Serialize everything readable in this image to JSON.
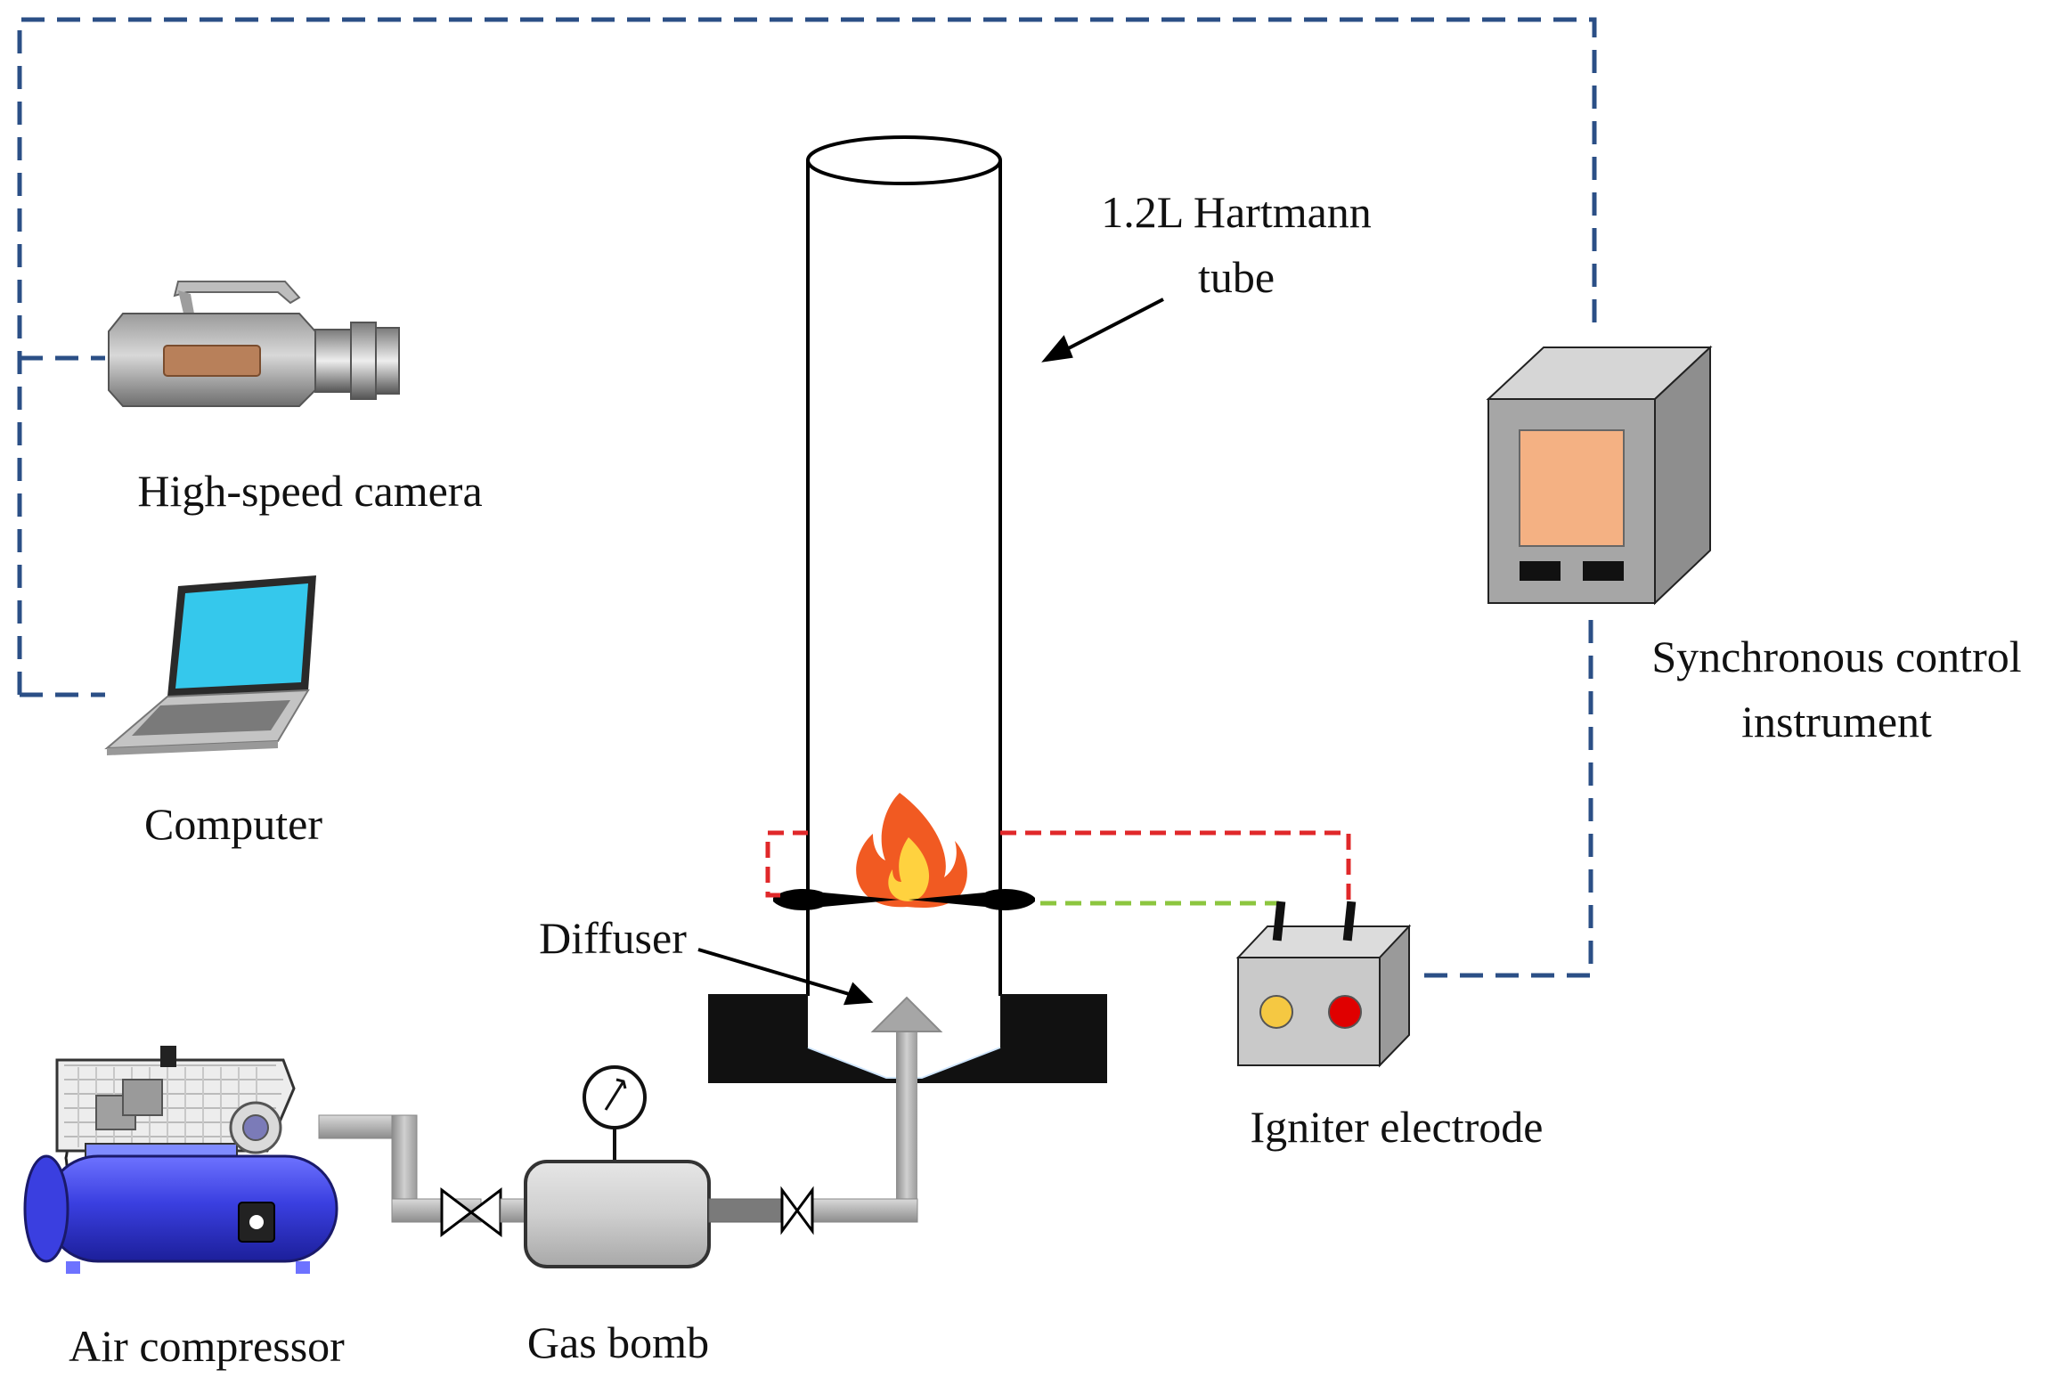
{
  "labels": {
    "hartmann_tube_line1": "1.2L Hartmann",
    "hartmann_tube_line2": "tube",
    "high_speed_camera": "High-speed camera",
    "computer": "Computer",
    "synchronous_control_line1": "Synchronous control",
    "synchronous_control_line2": "instrument",
    "diffuser": "Diffuser",
    "igniter_electrode": "Igniter electrode",
    "air_compressor": "Air compressor",
    "gas_bomb": "Gas bomb"
  },
  "colors": {
    "signal_line": "#2b4f86",
    "igniter_wire": "#e0282a",
    "electrode_wire": "#8cc63f",
    "compressor_body": "#3a3fe0",
    "control_screen": "#f4b183",
    "igniter_button_left": "#f5c842",
    "igniter_button_right": "#e00000",
    "laptop_screen": "#35c8ec",
    "flame_outer": "#f15a22",
    "flame_inner": "#ffd23f"
  }
}
